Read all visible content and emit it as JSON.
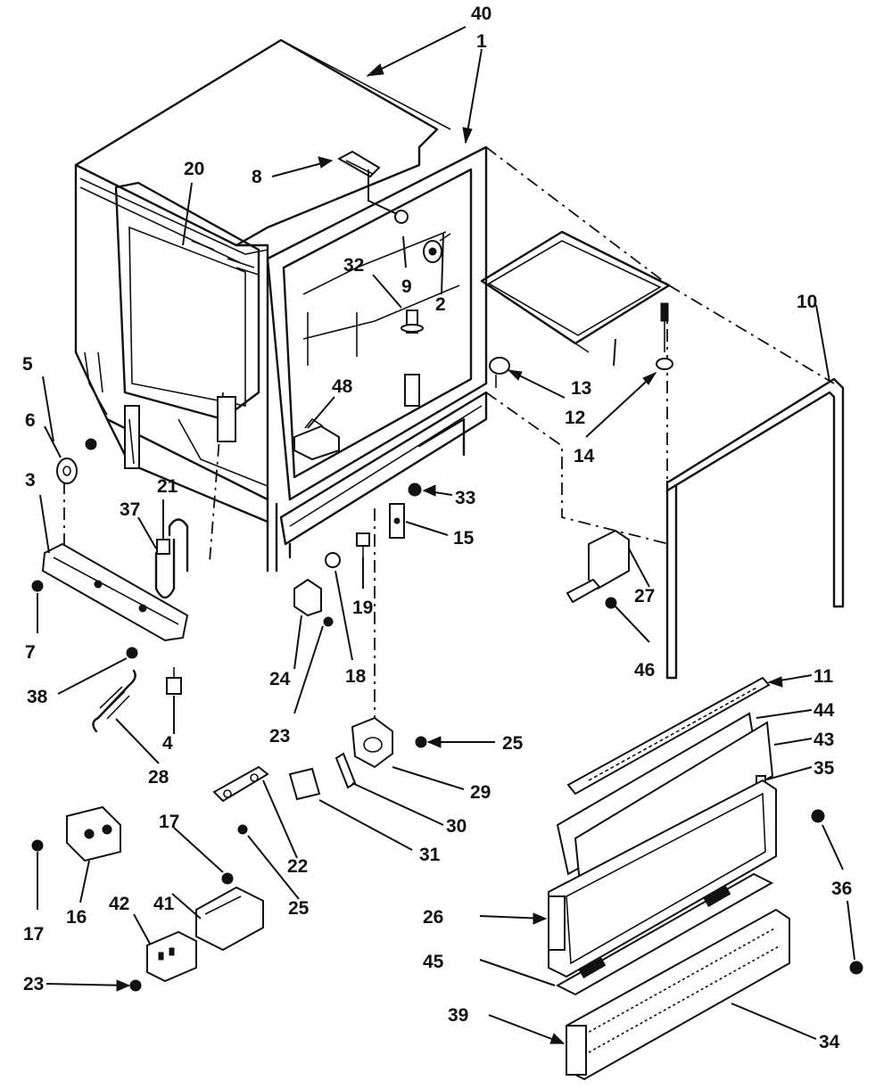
{
  "callouts": [
    {
      "id": "c1",
      "label": "1"
    },
    {
      "id": "c2",
      "label": "2"
    },
    {
      "id": "c3",
      "label": "3"
    },
    {
      "id": "c4",
      "label": "4"
    },
    {
      "id": "c5",
      "label": "5"
    },
    {
      "id": "c6",
      "label": "6"
    },
    {
      "id": "c7",
      "label": "7"
    },
    {
      "id": "c8",
      "label": "8"
    },
    {
      "id": "c9",
      "label": "9"
    },
    {
      "id": "c10",
      "label": "10"
    },
    {
      "id": "c11",
      "label": "11"
    },
    {
      "id": "c12",
      "label": "12"
    },
    {
      "id": "c13",
      "label": "13"
    },
    {
      "id": "c14",
      "label": "14"
    },
    {
      "id": "c15",
      "label": "15"
    },
    {
      "id": "c16",
      "label": "16"
    },
    {
      "id": "c17a",
      "label": "17"
    },
    {
      "id": "c17b",
      "label": "17"
    },
    {
      "id": "c18",
      "label": "18"
    },
    {
      "id": "c19",
      "label": "19"
    },
    {
      "id": "c20",
      "label": "20"
    },
    {
      "id": "c21",
      "label": "21"
    },
    {
      "id": "c22",
      "label": "22"
    },
    {
      "id": "c23a",
      "label": "23"
    },
    {
      "id": "c23b",
      "label": "23"
    },
    {
      "id": "c24",
      "label": "24"
    },
    {
      "id": "c25a",
      "label": "25"
    },
    {
      "id": "c25b",
      "label": "25"
    },
    {
      "id": "c26",
      "label": "26"
    },
    {
      "id": "c27",
      "label": "27"
    },
    {
      "id": "c28",
      "label": "28"
    },
    {
      "id": "c29",
      "label": "29"
    },
    {
      "id": "c30",
      "label": "30"
    },
    {
      "id": "c31",
      "label": "31"
    },
    {
      "id": "c32",
      "label": "32"
    },
    {
      "id": "c33",
      "label": "33"
    },
    {
      "id": "c34",
      "label": "34"
    },
    {
      "id": "c35",
      "label": "35"
    },
    {
      "id": "c36",
      "label": "36"
    },
    {
      "id": "c37",
      "label": "37"
    },
    {
      "id": "c38",
      "label": "38"
    },
    {
      "id": "c39",
      "label": "39"
    },
    {
      "id": "c40",
      "label": "40"
    },
    {
      "id": "c41",
      "label": "41"
    },
    {
      "id": "c42",
      "label": "42"
    },
    {
      "id": "c43",
      "label": "43"
    },
    {
      "id": "c44",
      "label": "44"
    },
    {
      "id": "c45",
      "label": "45"
    },
    {
      "id": "c46",
      "label": "46"
    },
    {
      "id": "c48",
      "label": "48"
    }
  ]
}
